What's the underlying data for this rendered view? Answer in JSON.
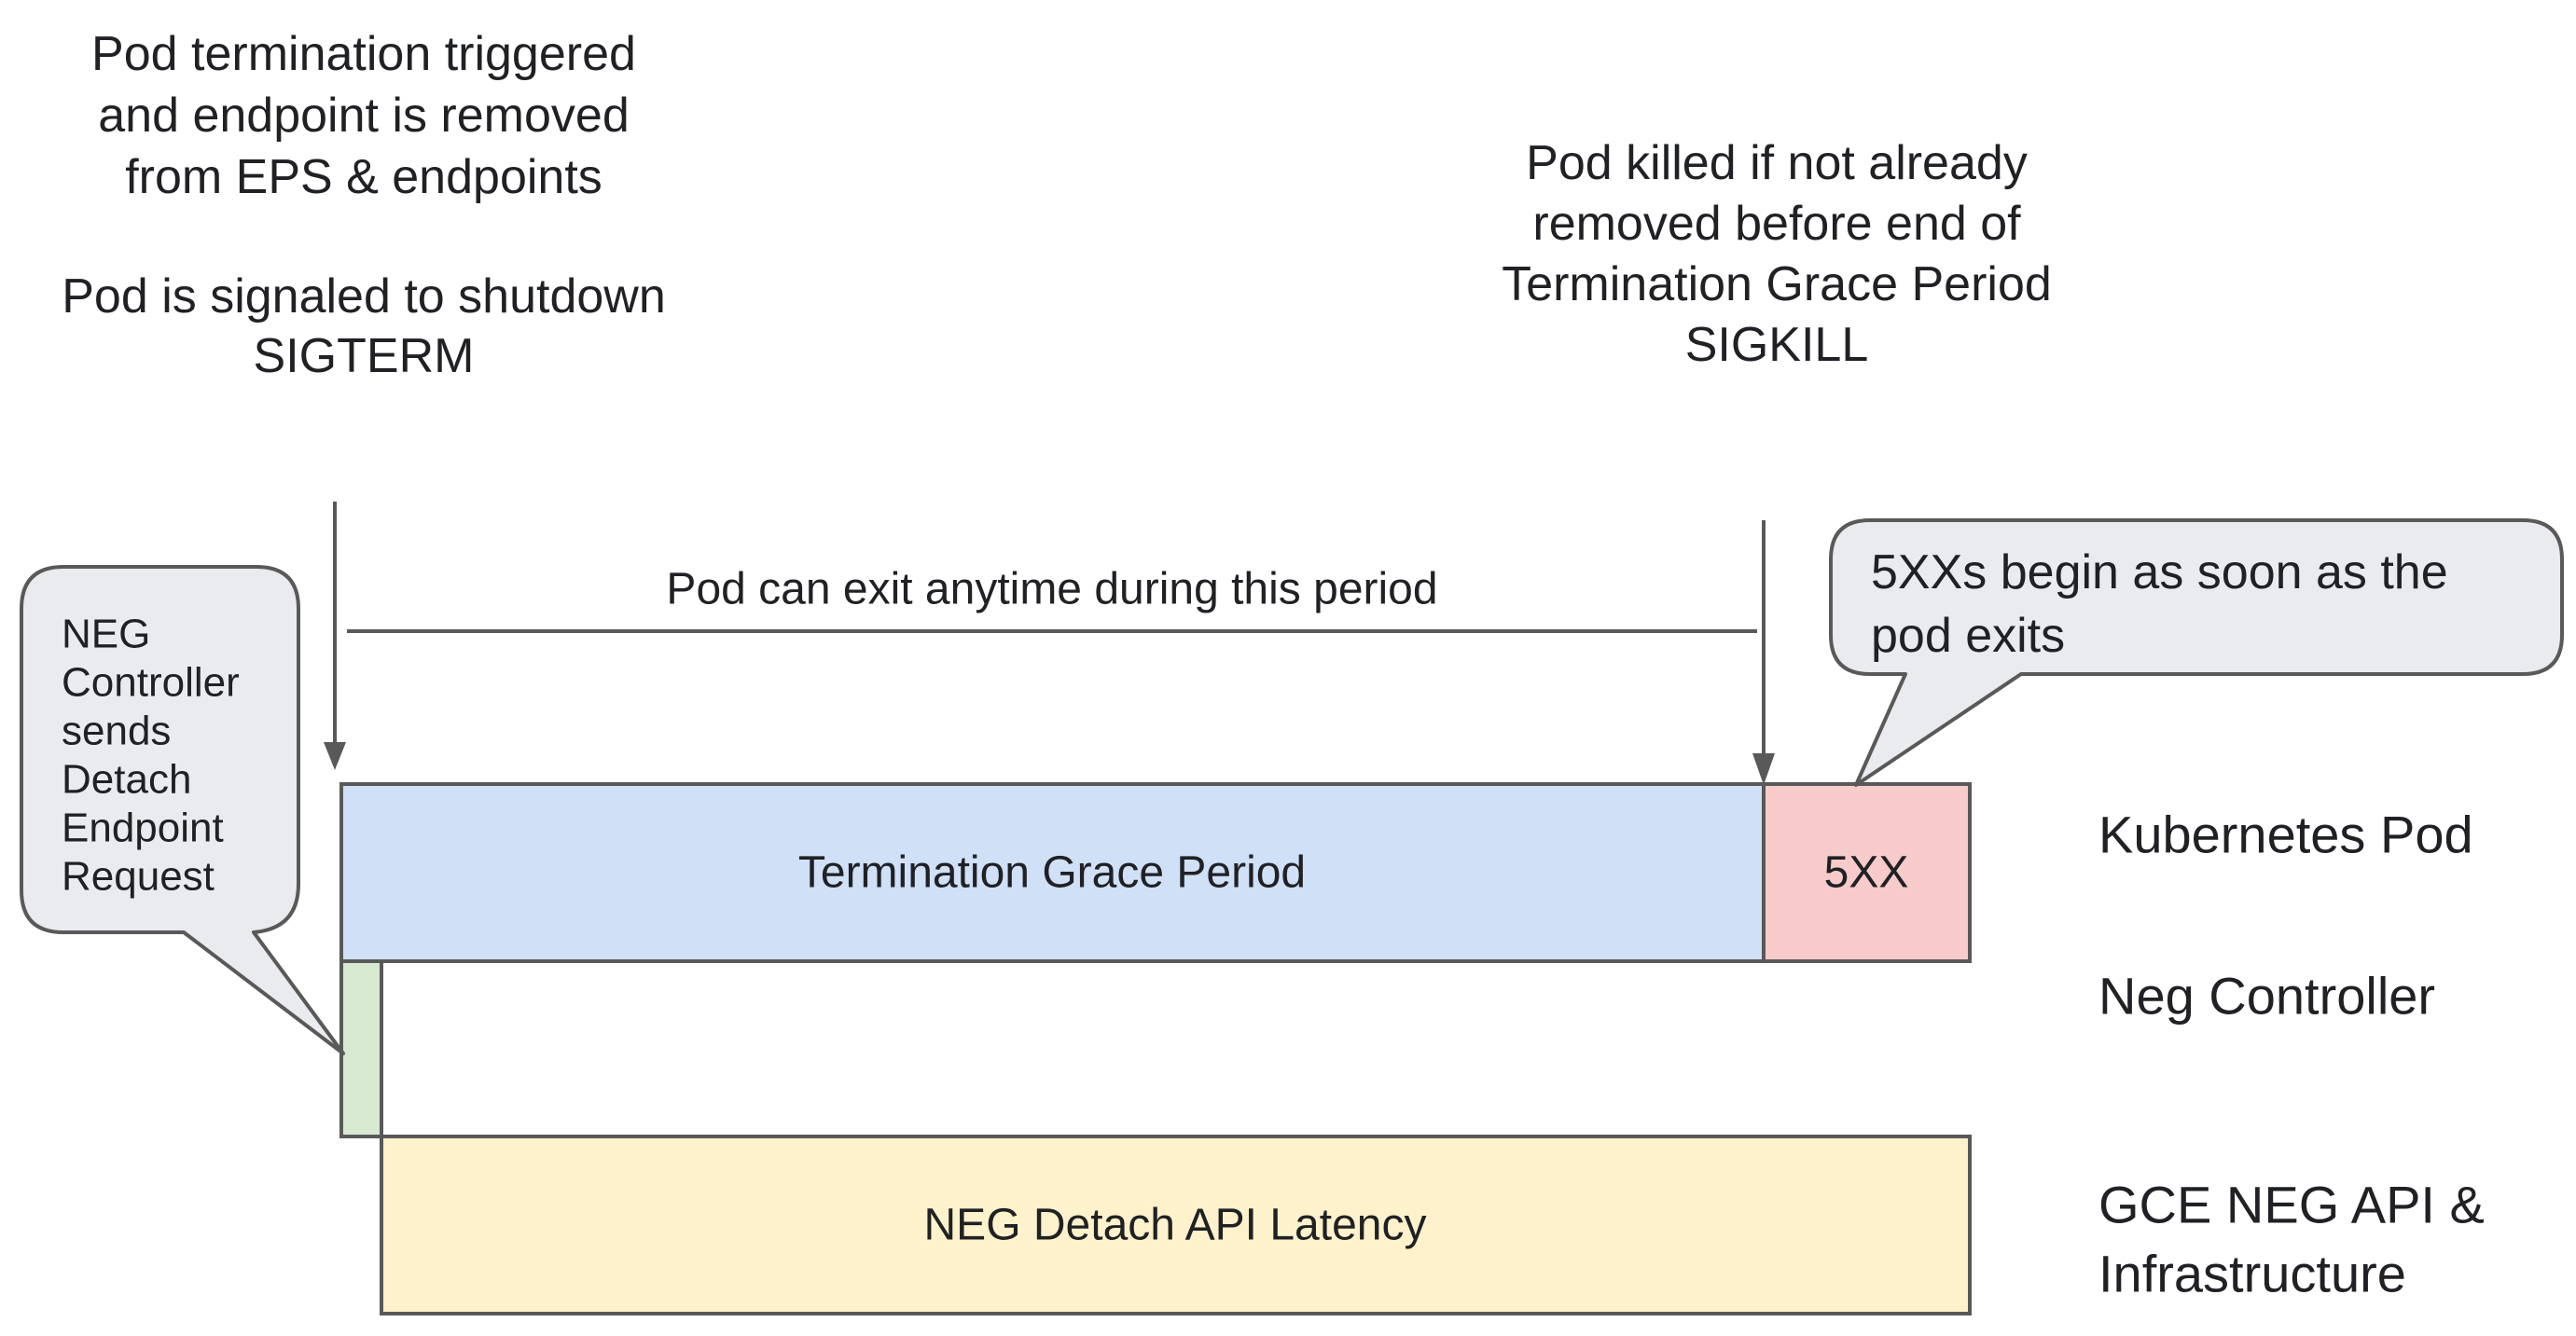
{
  "colors": {
    "background": "#ffffff",
    "outline": "#595959",
    "text": "#202124",
    "bar_blue": "#cfe0f7",
    "bar_red": "#f6cbca",
    "bar_green": "#d8e9d1",
    "bar_yellow": "#fdf2cb",
    "bubble_fill": "#e9ebee"
  },
  "annotations": {
    "top_left": {
      "lines": [
        "Pod termination triggered",
        "and endpoint is removed",
        "from EPS & endpoints",
        "Pod is signaled to shutdown",
        "SIGTERM"
      ]
    },
    "top_right": {
      "lines": [
        "Pod killed if not already",
        "removed before end of",
        "Termination Grace Period",
        "SIGKILL"
      ]
    },
    "period_note": "Pod can exit anytime during this period"
  },
  "bubbles": {
    "neg_controller": {
      "lines": [
        "NEG",
        "Controller",
        "sends",
        "Detach",
        "Endpoint",
        "Request"
      ]
    },
    "five_xx": {
      "lines": [
        "5XXs begin as soon as the",
        "pod exits"
      ]
    }
  },
  "bars": {
    "termination_grace_period": {
      "label": "Termination Grace Period"
    },
    "five_xx": {
      "label": "5XX"
    },
    "neg_detach_api_latency": {
      "label": "NEG Detach API Latency"
    }
  },
  "lanes": {
    "kubernetes_pod": "Kubernetes Pod",
    "neg_controller": "Neg Controller",
    "gce_neg_api": {
      "lines": [
        "GCE NEG API &",
        "Infrastructure"
      ]
    }
  }
}
